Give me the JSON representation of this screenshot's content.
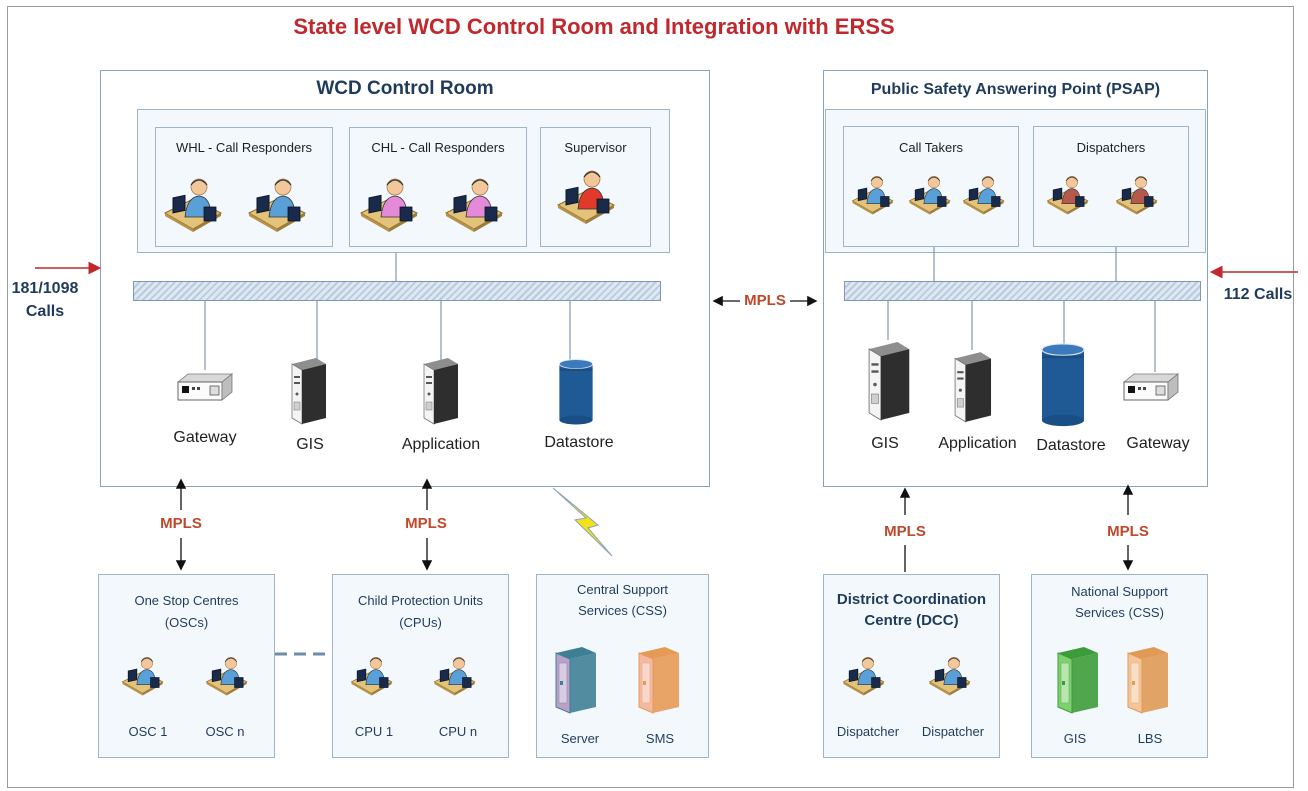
{
  "title": "State level WCD Control Room and Integration with ERSS",
  "wcd": {
    "title": "WCD Control Room",
    "groups": [
      "WHL - Call Responders",
      "CHL - Call Responders",
      "Supervisor"
    ],
    "devices": [
      "Gateway",
      "GIS",
      "Application",
      "Datastore"
    ]
  },
  "psap": {
    "title": "Public Safety Answering Point (PSAP)",
    "groups": [
      "Call Takers",
      "Dispatchers"
    ],
    "devices": [
      "GIS",
      "Application",
      "Datastore",
      "Gateway"
    ]
  },
  "links": {
    "mpls": "MPLS"
  },
  "calls": {
    "left_line1": "181/1098",
    "left_line2": "Calls",
    "right": "112 Calls"
  },
  "osc": {
    "title_line1": "One Stop Centres",
    "title_line2": "(OSCs)",
    "items": [
      "OSC 1",
      "OSC n"
    ]
  },
  "cpu": {
    "title_line1": "Child Protection Units",
    "title_line2": "(CPUs)",
    "items": [
      "CPU 1",
      "CPU n"
    ]
  },
  "css": {
    "title_line1": "Central Support",
    "title_line2": "Services (CSS)",
    "items": [
      "Server",
      "SMS"
    ]
  },
  "dcc": {
    "title_line1": "District Coordination",
    "title_line2": "Centre (DCC)",
    "items": [
      "Dispatcher",
      "Dispatcher"
    ]
  },
  "nss": {
    "title_line1": "National Support",
    "title_line2": "Services (CSS)",
    "items": [
      "GIS",
      "LBS"
    ]
  },
  "colors": {
    "title": "#c0282d",
    "mpls": "#c0482b",
    "arrow_in": "#c0282d",
    "label": "#1f3b5c"
  }
}
